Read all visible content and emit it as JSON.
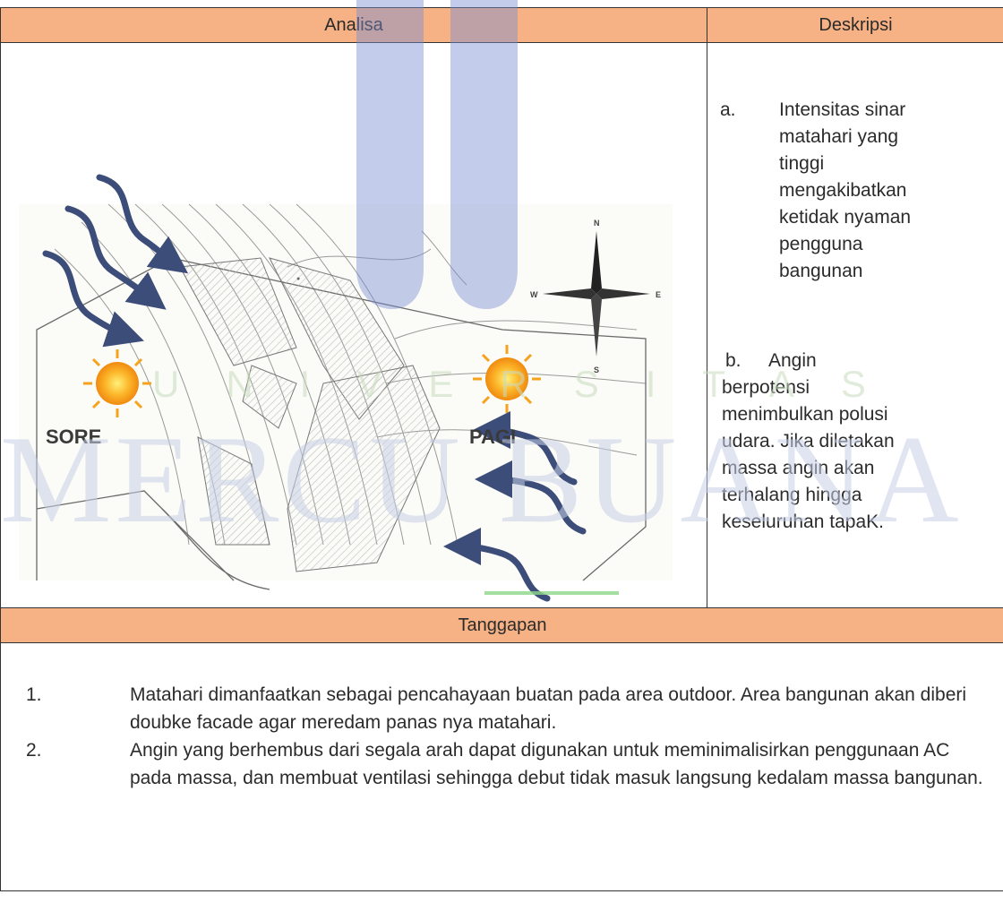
{
  "table": {
    "header_analysis": "Analisa",
    "header_description": "Deskripsi",
    "header_response": "Tanggapan"
  },
  "map": {
    "label_sore": "SORE",
    "label_pagi": "PAGI",
    "compass": {
      "n": "N",
      "w": "W",
      "e": "E",
      "s": "S"
    },
    "colors": {
      "arrow": "#3d4d7a",
      "sun_outer": "#f7a21a",
      "sun_inner": "#fde36b",
      "hatch": "#d0d0d0"
    }
  },
  "description": {
    "item_a_marker": "a.",
    "item_a_lines": [
      "Intensitas sinar",
      "matahari yang",
      "tinggi",
      "mengakibatkan",
      "ketidak nyaman",
      "pengguna",
      "bangunan"
    ],
    "item_b_marker": "b.",
    "item_b_first": "Angin",
    "item_b_lines": [
      "berpotensi",
      "menimbulkan polusi",
      "udara. Jika diletakan",
      "massa angin akan",
      "terhalang hingga",
      "keseluruhan tapaK."
    ]
  },
  "response": {
    "items": [
      {
        "num": "1.",
        "text": "Matahari dimanfaatkan sebagai pencahayaan buatan pada area outdoor. Area bangunan akan diberi doubke facade agar meredam panas nya matahari."
      },
      {
        "num": "2.",
        "text": "Angin yang berhembus dari segala arah dapat digunakan untuk meminimalisirkan penggunaan AC pada massa, dan membuat ventilasi sehingga debut tidak masuk langsung kedalam massa bangunan."
      }
    ]
  },
  "watermark": {
    "university_word": "UNIVERSITAS",
    "mercu_word": "MERCU BUANA"
  }
}
